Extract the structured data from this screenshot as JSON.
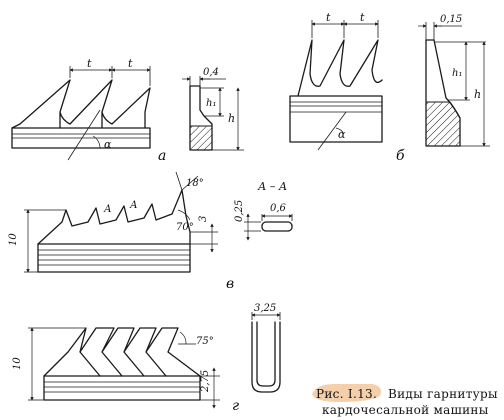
{
  "caption": {
    "prefix": "Рис. I.13.",
    "line1": "Виды гарнитуры",
    "line2": "кардочесальной машины",
    "highlight_color": "#f3c79a"
  },
  "parts": {
    "a": {
      "label": "а",
      "pitch_left": "t",
      "pitch_right": "t",
      "angle": "α",
      "section_top": "0,4",
      "section_h1": "h₁",
      "section_h": "h"
    },
    "b": {
      "label": "б",
      "pitch_left": "t",
      "pitch_right": "t",
      "angle": "α",
      "section_top": "0,15",
      "section_h1": "h₁",
      "section_h": "h"
    },
    "v": {
      "label": "в",
      "height": "10",
      "angle_top": "18°",
      "angle_side": "70°",
      "depth": "3",
      "cut_mark": "А",
      "section_title": "А – А",
      "section_thick": "0,25",
      "section_width": "0,6"
    },
    "g": {
      "label": "г",
      "height": "10",
      "angle": "75°",
      "base": "2,75",
      "profile_width": "3,25"
    }
  }
}
